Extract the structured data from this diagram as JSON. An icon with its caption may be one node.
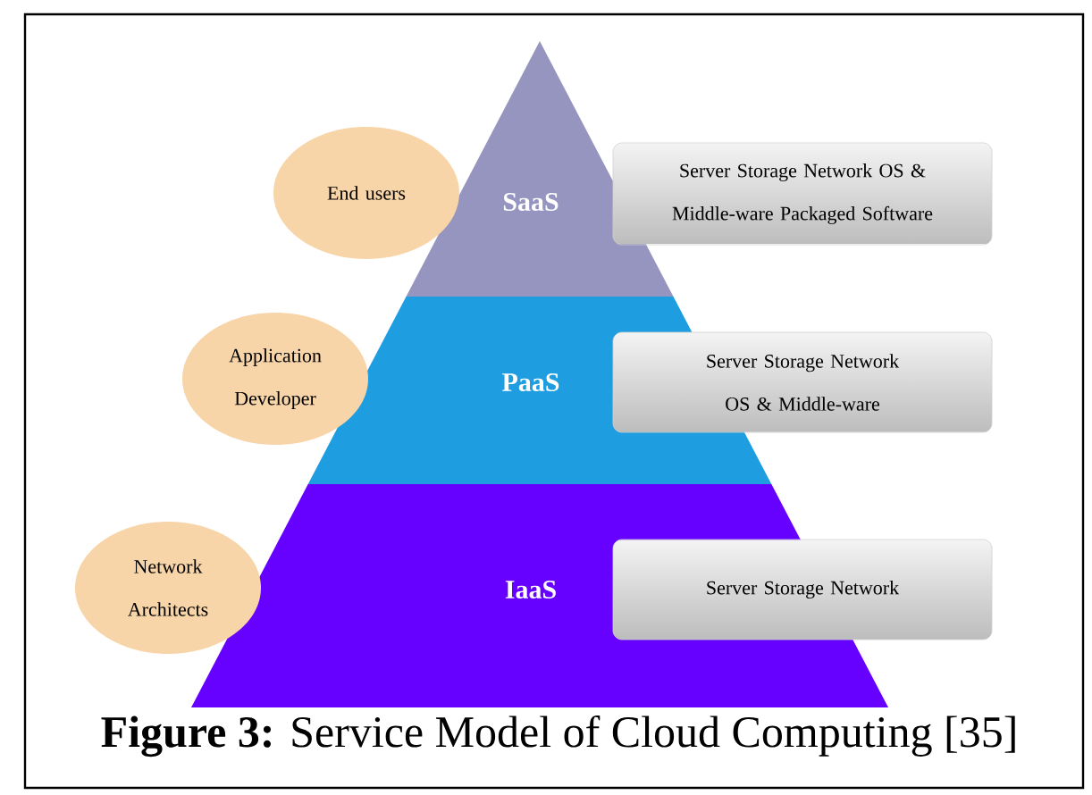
{
  "diagram": {
    "caption": "**Figure 3:** Service Model of Cloud Computing [35]",
    "nodes": [
      {
        "text": [
          "SaaS"
        ]
      },
      {
        "text": [
          "PaaS"
        ]
      },
      {
        "text": [
          "IaaS"
        ]
      },
      {
        "text": [
          "End users"
        ]
      },
      {
        "text": [
          "Application Developer"
        ]
      },
      {
        "text": [
          "Network Architects"
        ]
      },
      {
        "text": [
          "Server Storage Network OS & Middle-ware Packaged Software"
        ]
      },
      {
        "text": [
          "Server Storage Network OS & Middle-ware"
        ]
      },
      {
        "text": [
          "Server Storage Network"
        ]
      }
    ],
    "edges": []
  }
}
